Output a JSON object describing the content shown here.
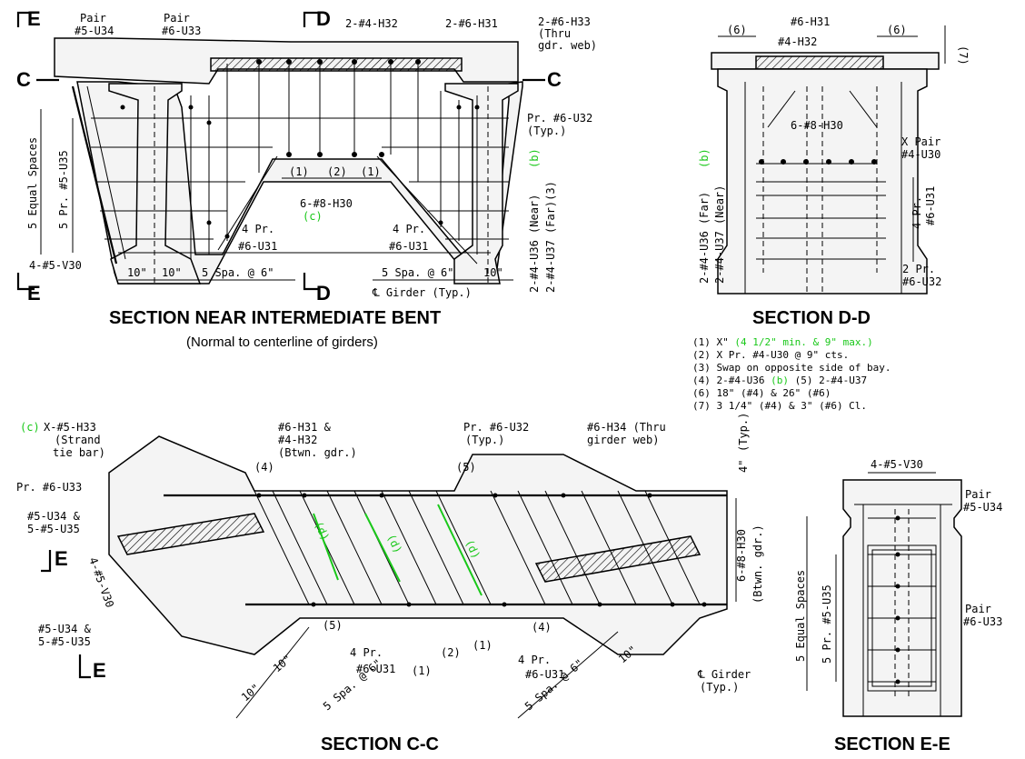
{
  "sections": {
    "intermediate_bent": {
      "title": "SECTION NEAR INTERMEDIATE BENT",
      "subtitle": "(Normal to centerline of girders)",
      "cut_e": "E",
      "cut_d": "D",
      "cut_c": "C",
      "labels": {
        "pair_u34": "Pair",
        "pair_u34b": "#5-U34",
        "pair_u33": "Pair",
        "pair_u33b": "#6-U33",
        "h32": "2-#4-H32",
        "h31": "2-#6-H31",
        "h33a": "2-#6-H33",
        "h33b": "(Thru",
        "h33c": "gdr. web)",
        "u32a": "Pr. #6-U32",
        "u32b": "(Typ.)",
        "spaces": "5 Equal Spaces",
        "u35": "5 Pr. #5-U35",
        "d1": "(1)",
        "d2": "(2)",
        "d3": "(1)",
        "h30": "6-#8-H30",
        "c_tag": "(c)",
        "pr4a": "4 Pr.",
        "u31a": "#6-U31",
        "pr4b": "4 Pr.",
        "u31b": "#6-U31",
        "v30": "4-#5-V30",
        "d10a": "10\"",
        "d10b": "10\"",
        "spa1": "5 Spa. @ 6\"",
        "spa2": "5 Spa. @ 6\"",
        "d10c": "10\"",
        "girder": "℄ Girder (Typ.)",
        "u36": "2-#4-U36 (Near)",
        "u37": "2-#4-U37 (Far)(3)",
        "b_tag": "(b)"
      }
    },
    "d_d": {
      "title": "SECTION D-D",
      "labels": {
        "d6a": "(6)",
        "d6b": "(6)",
        "d7": "(7)",
        "h31": "#6-H31",
        "h32": "#4-H32",
        "h30": "6-#8-H30",
        "x_pair": "X Pair",
        "u30": "#4-U30",
        "pr4": "4 Pr.",
        "u31": "#6-U31",
        "u36": "2-#4-U36 (Far)",
        "u37": "2-#4-U37 (Near)",
        "b_tag": "(b)",
        "pr2": "2 Pr.",
        "u32": "#6-U32"
      }
    },
    "c_c": {
      "title": "SECTION C-C",
      "labels": {
        "c_tag": "(c)",
        "h33a": "X-#5-H33",
        "h33b": "(Strand",
        "h33c": "tie bar)",
        "h31a": "#6-H31 &",
        "h31b": "#4-H32",
        "h31c": "(Btwn. gdr.)",
        "u32a": "Pr. #6-U32",
        "u32b": "(Typ.)",
        "h34a": "#6-H34 (Thru",
        "h34b": "girder web)",
        "typ4": "4\"",
        "typ4b": "(Typ.)",
        "u33": "Pr. #6-U33",
        "u34a": "#5-U34 &",
        "u34b": "5-#5-U35",
        "v30": "4-#5-V30",
        "u34c": "#5-U34 &",
        "u34d": "5-#5-U35",
        "h30": "6-#8-H30",
        "btwn": "(Btwn. gdr.)",
        "d_tag": "(d)",
        "n4": "(4)",
        "n5": "(5)",
        "n5b": "(5)",
        "n4b": "(4)",
        "n1": "(1)",
        "n2": "(2)",
        "n1b": "(1)",
        "pr4a": "4 Pr.",
        "u31a": "#6-U31",
        "pr4b": "4 Pr.",
        "u31b": "#6-U31",
        "spa1": "5 Spa. @ 6\"",
        "spa2": "5 Spa. @ 6\"",
        "d10a": "10\"",
        "d10b": "10\"",
        "d10c": "10\"",
        "girder": "℄ Girder",
        "girder_typ": "(Typ.)",
        "cut_e": "E"
      }
    },
    "e_e": {
      "title": "SECTION E-E",
      "labels": {
        "v30": "4-#5-V30",
        "pair1": "Pair",
        "u34": "#5-U34",
        "spaces": "5 Equal Spaces",
        "u35": "5 Pr. #5-U35",
        "pair2": "Pair",
        "u33": "#6-U33"
      }
    }
  },
  "notes": {
    "n1_pre": "(1) X\"",
    "n1_green": "(4 1/2\" min. & 9\" max.)",
    "n2": "(2) X Pr. #4-U30 @ 9\" cts.",
    "n3": "(3) Swap on opposite side of bay.",
    "n4_pre": "(4) 2-#4-U36",
    "n4_green": "(b)",
    "n4_post": "(5) 2-#4-U37",
    "n6": "(6) 18\" (#4) & 26\" (#6)",
    "n7": "(7) 3 1/4\" (#4) & 3\" (#6) Cl."
  },
  "colors": {
    "highlight": "#19c819",
    "ink": "#000000"
  }
}
